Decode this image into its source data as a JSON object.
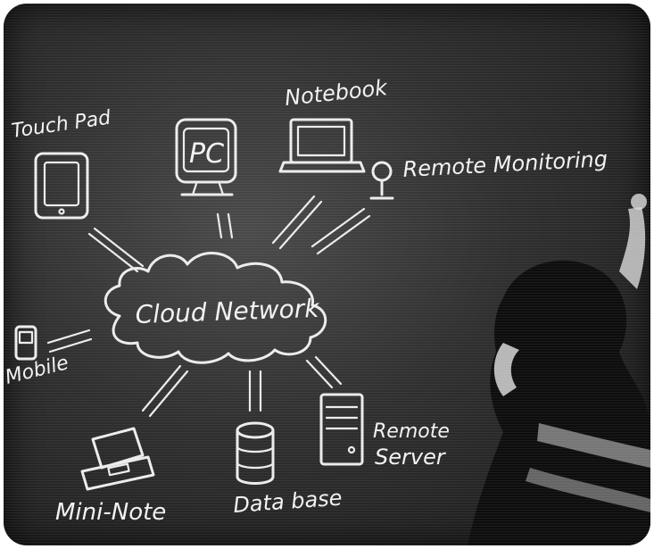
{
  "labels": {
    "touch_pad": "Touch Pad",
    "pc": "PC",
    "notebook": "Notebook",
    "remote_monitoring": "Remote Monitoring",
    "cloud_network": "Cloud Network",
    "mobile": "Mobile",
    "mini_note": "Mini-Note",
    "database": "Data base",
    "remote": "Remote",
    "server": "Server"
  },
  "colors": {
    "chalk": "#ececec",
    "board": "#2f2f2f"
  },
  "icons": [
    "tablet-icon",
    "pc-monitor-icon",
    "notebook-icon",
    "webcam-icon",
    "cloud-icon",
    "mobile-phone-icon",
    "mini-note-icon",
    "database-icon",
    "server-icon"
  ]
}
